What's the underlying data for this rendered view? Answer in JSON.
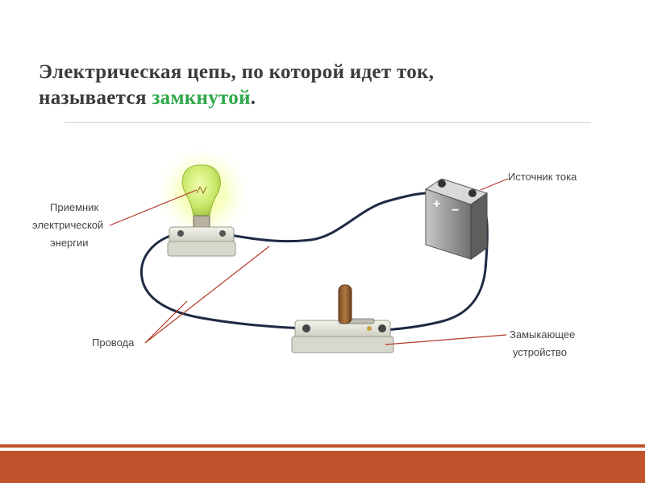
{
  "slide": {
    "title_part1": "Электрическая цепь, по которой идет ток,",
    "title_part2": "называется ",
    "title_accent": "замкнутой",
    "title_end": "."
  },
  "diagram": {
    "labels": {
      "receiver_line1": "Приемник",
      "receiver_line2": "электрической",
      "receiver_line3": "энергии",
      "source": "Источник тока",
      "wires": "Провода",
      "switch_line1": "Замыкающее",
      "switch_line2": "устройство"
    },
    "battery_plus": "+",
    "battery_minus": "−"
  },
  "colors": {
    "accent": "#2ea84a",
    "footer": "#c0532b",
    "leader_lines": "#b23a2b",
    "wire": "#1f2a44"
  }
}
